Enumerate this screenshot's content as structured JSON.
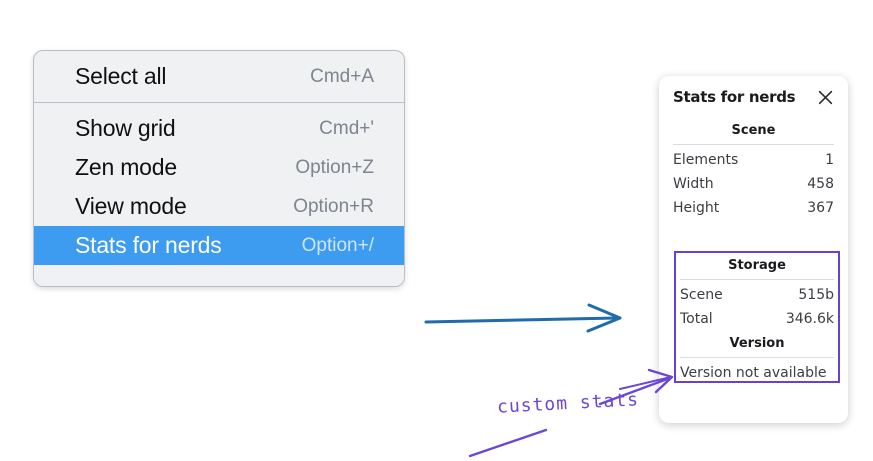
{
  "context_menu": {
    "groups": [
      {
        "items": [
          {
            "label": "Select all",
            "shortcut": "Cmd+A",
            "selected": false
          }
        ]
      },
      {
        "items": [
          {
            "label": "Show grid",
            "shortcut": "Cmd+'",
            "selected": false
          },
          {
            "label": "Zen mode",
            "shortcut": "Option+Z",
            "selected": false
          },
          {
            "label": "View mode",
            "shortcut": "Option+R",
            "selected": false
          },
          {
            "label": "Stats for nerds",
            "shortcut": "Option+/",
            "selected": true
          }
        ]
      }
    ],
    "highlight_color": "#3d9bf0"
  },
  "stats_panel": {
    "title": "Stats for nerds",
    "close_icon": "close-icon",
    "scene": {
      "heading": "Scene",
      "rows": [
        {
          "key": "Elements",
          "value": "1"
        },
        {
          "key": "Width",
          "value": "458"
        },
        {
          "key": "Height",
          "value": "367"
        }
      ]
    },
    "storage": {
      "heading": "Storage",
      "rows": [
        {
          "key": "Scene",
          "value": "515b"
        },
        {
          "key": "Total",
          "value": "346.6k"
        }
      ]
    },
    "version": {
      "heading": "Version",
      "note": "Version not available"
    },
    "highlight_border_color": "#6b3fd4"
  },
  "annotations": {
    "custom_stats_label": "custom stats",
    "ink_color": "#6b47d6",
    "arrow_color": "#1f6bab"
  }
}
